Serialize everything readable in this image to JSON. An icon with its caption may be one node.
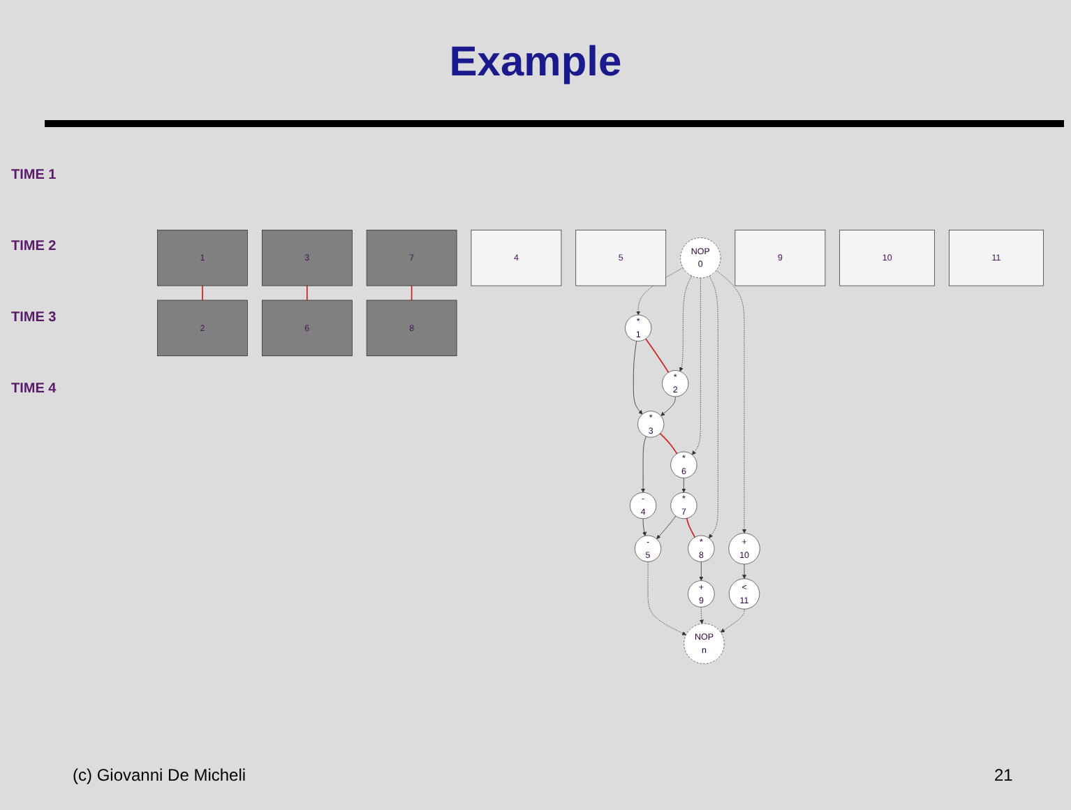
{
  "diagram": {
    "title": "Example",
    "nodes": [
      {
        "text": [
          "NOP",
          "0"
        ]
      },
      {
        "text": [
          "*",
          "1"
        ]
      },
      {
        "text": [
          "*",
          "2"
        ]
      },
      {
        "text": [
          "*",
          "3"
        ]
      },
      {
        "text": [
          "-",
          "4"
        ]
      },
      {
        "text": [
          "-",
          "5"
        ]
      },
      {
        "text": [
          "*",
          "6"
        ]
      },
      {
        "text": [
          "*",
          "7"
        ]
      },
      {
        "text": [
          "*",
          "8"
        ]
      },
      {
        "text": [
          "+",
          "9"
        ]
      },
      {
        "text": [
          "+",
          "10"
        ]
      },
      {
        "text": [
          "<",
          "11"
        ]
      },
      {
        "text": [
          "NOP",
          "n"
        ]
      },
      {
        "text": [
          "1"
        ]
      },
      {
        "text": [
          "2"
        ]
      },
      {
        "text": [
          "3"
        ]
      },
      {
        "text": [
          "4"
        ]
      },
      {
        "text": [
          "5"
        ]
      },
      {
        "text": [
          "6"
        ]
      },
      {
        "text": [
          "7"
        ]
      },
      {
        "text": [
          "8"
        ]
      },
      {
        "text": [
          "9"
        ]
      },
      {
        "text": [
          "10"
        ]
      },
      {
        "text": [
          "11"
        ]
      }
    ],
    "edges": [
      {
        "from": 0,
        "to": 1,
        "arrow": "to",
        "style": "dashed"
      },
      {
        "from": 0,
        "to": 2,
        "arrow": "to",
        "style": "dashed"
      },
      {
        "from": 0,
        "to": 6,
        "arrow": "to",
        "style": "dashed"
      },
      {
        "from": 0,
        "to": 8,
        "arrow": "to",
        "style": "dashed"
      },
      {
        "from": 0,
        "to": 10,
        "arrow": "to",
        "style": "dashed"
      },
      {
        "from": 1,
        "to": 3,
        "arrow": "to"
      },
      {
        "from": 2,
        "to": 3,
        "arrow": "to"
      },
      {
        "from": 3,
        "to": 4,
        "arrow": "to"
      },
      {
        "from": 6,
        "to": 7,
        "arrow": "to"
      },
      {
        "from": 4,
        "to": 5,
        "arrow": "to"
      },
      {
        "from": 7,
        "to": 5,
        "arrow": "to"
      },
      {
        "from": 8,
        "to": 9,
        "arrow": "to"
      },
      {
        "from": 10,
        "to": 11,
        "arrow": "to"
      },
      {
        "from": 5,
        "to": 12,
        "arrow": "to",
        "style": "dashed"
      },
      {
        "from": 9,
        "to": 12,
        "arrow": "to",
        "style": "dashed"
      },
      {
        "from": 11,
        "to": 12,
        "arrow": "to",
        "style": "dashed"
      },
      {
        "from": 1,
        "to": 2,
        "arrow": "none",
        "color": "#d42020"
      },
      {
        "from": 3,
        "to": 6,
        "arrow": "none",
        "color": "#d42020"
      },
      {
        "from": 7,
        "to": 8,
        "arrow": "none",
        "color": "#d42020"
      },
      {
        "from": 13,
        "to": 14,
        "arrow": "none",
        "color": "#d42020"
      },
      {
        "from": 15,
        "to": 18,
        "arrow": "none",
        "color": "#d42020"
      },
      {
        "from": 19,
        "to": 20,
        "arrow": "none",
        "color": "#d42020"
      }
    ],
    "labels": [
      "TIME 1",
      "TIME 2",
      "TIME 3",
      "TIME 4",
      "(c) Giovanni De Micheli",
      "21"
    ]
  }
}
